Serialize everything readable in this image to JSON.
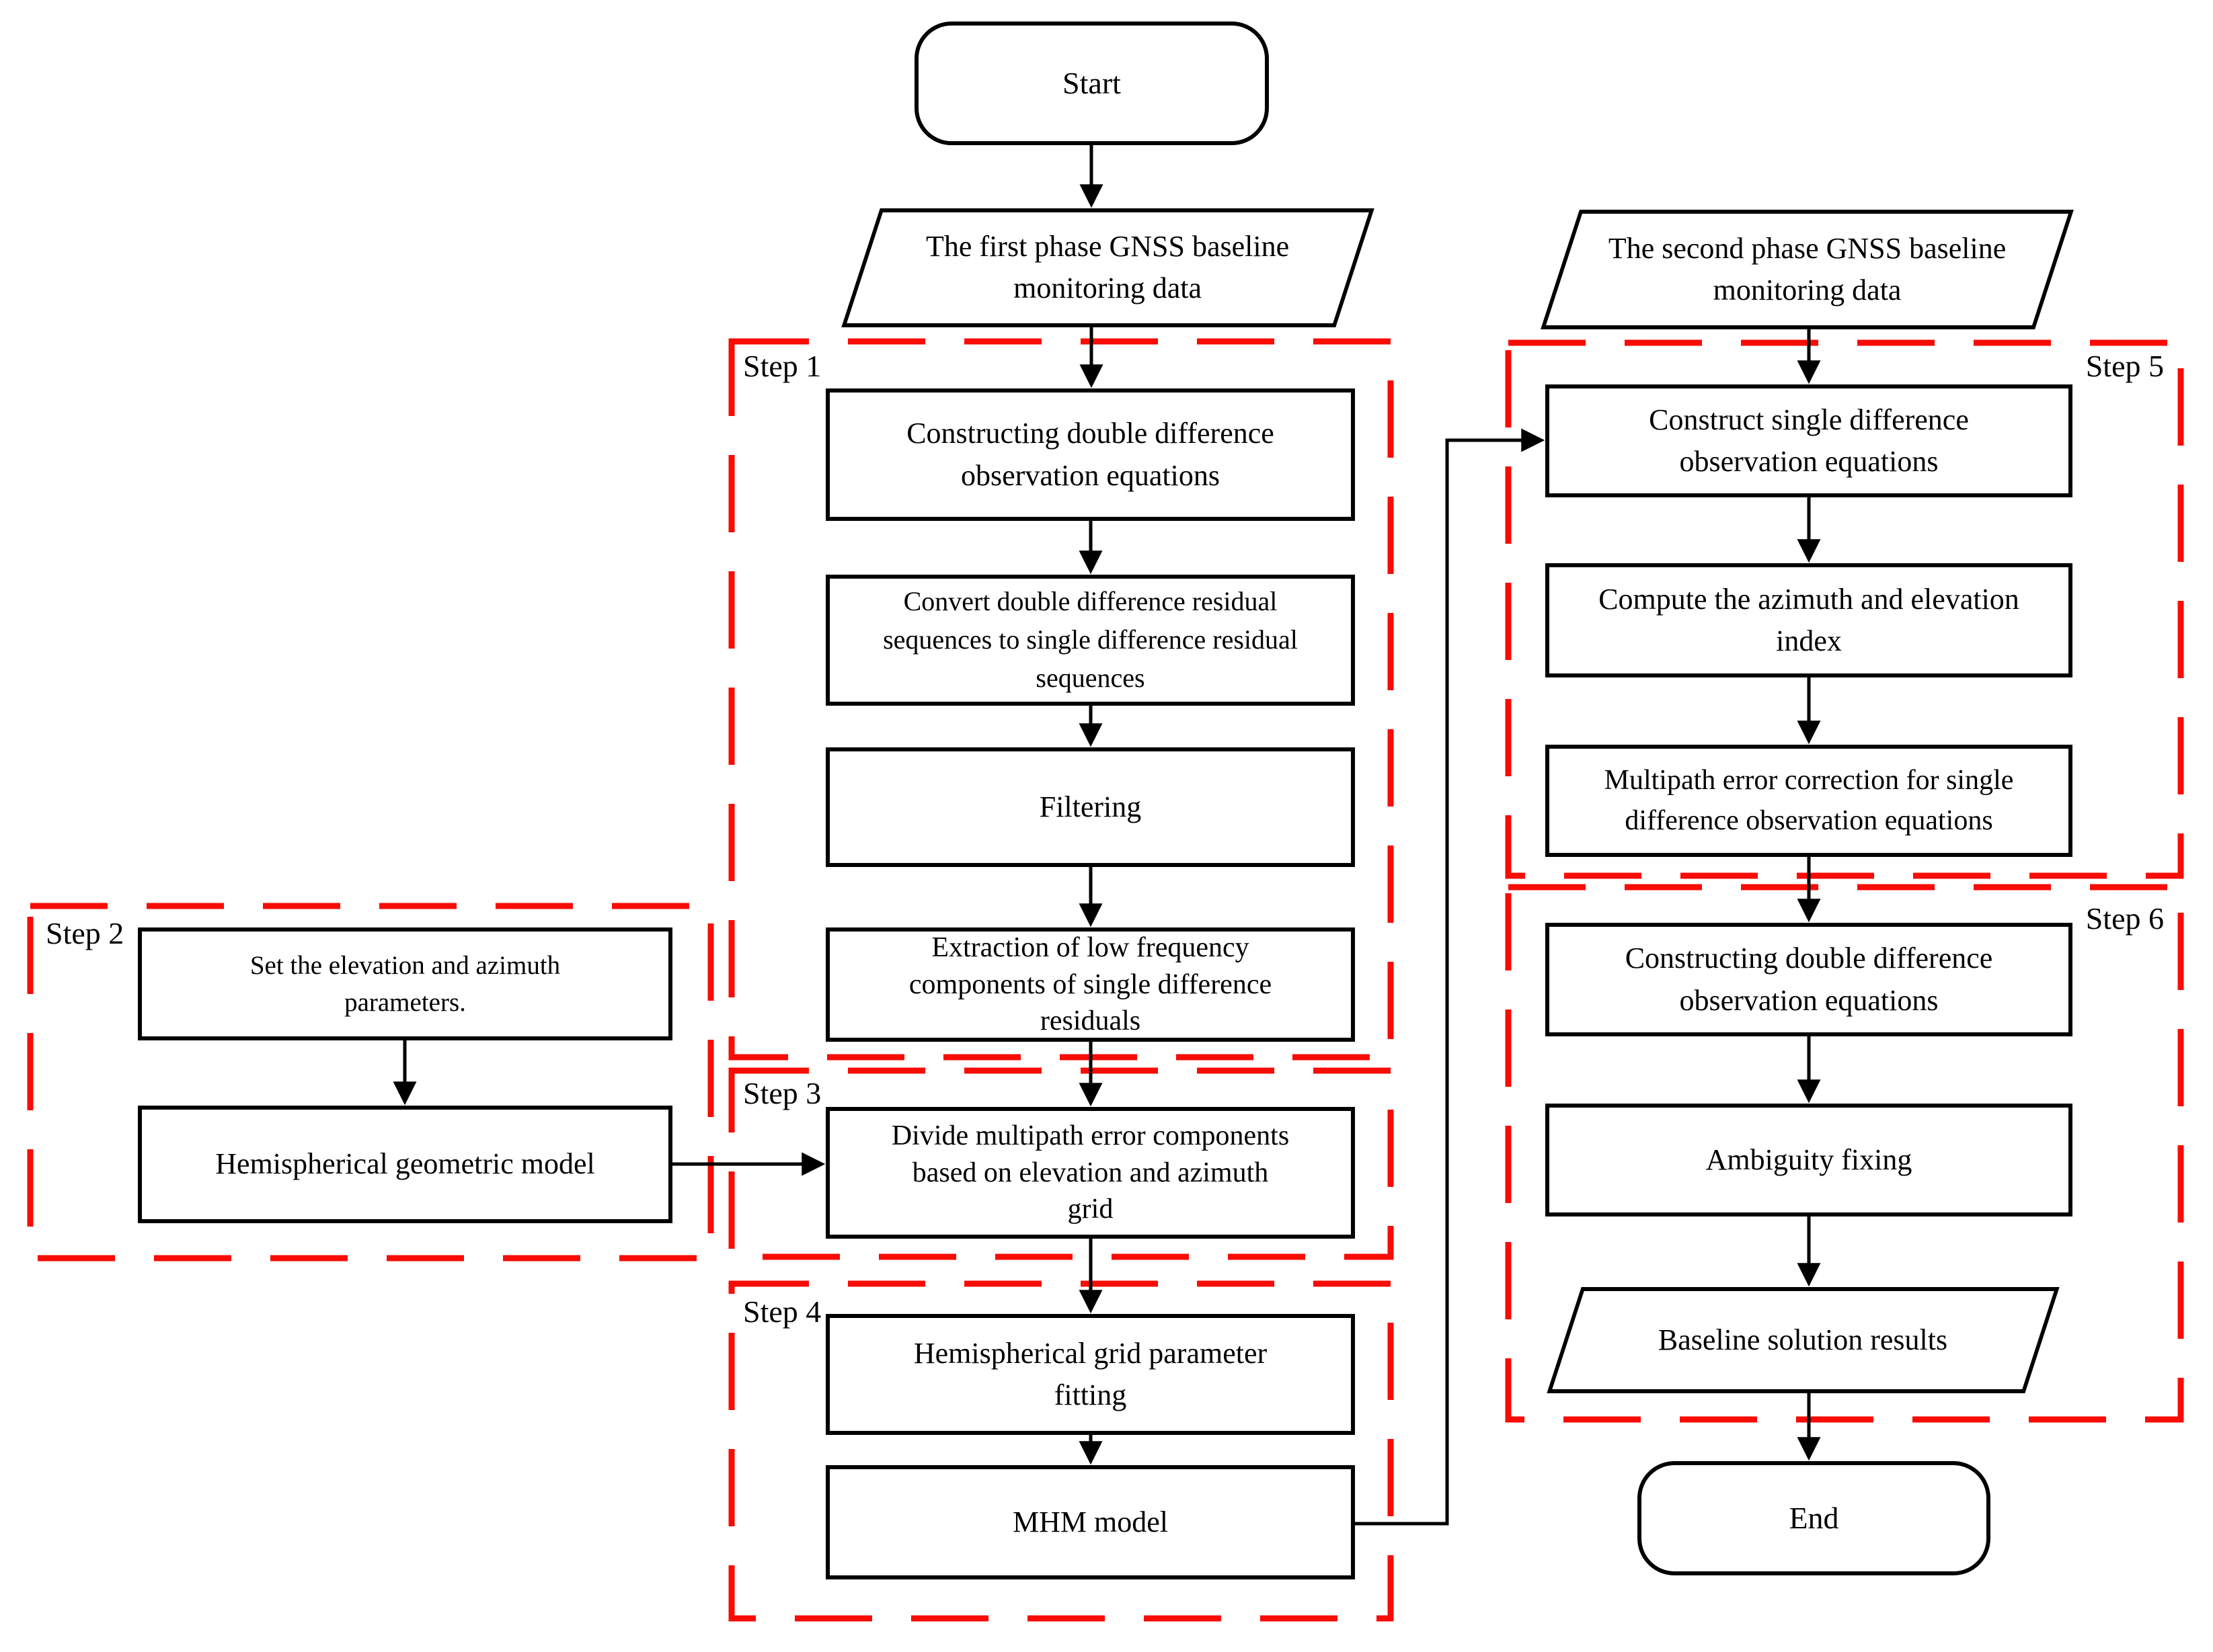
{
  "colors": {
    "background": "#ffffff",
    "node_border": "#000000",
    "arrow": "#000000",
    "step_frame_red": "#f90b06"
  },
  "steps": {
    "step1": {
      "label": "Step 1"
    },
    "step2": {
      "label": "Step 2"
    },
    "step3": {
      "label": "Step 3"
    },
    "step4": {
      "label": "Step 4"
    },
    "step5": {
      "label": "Step 5"
    },
    "step6": {
      "label": "Step 6"
    }
  },
  "nodes": {
    "start": {
      "shape": "terminator",
      "label": "Start"
    },
    "first_phase_data": {
      "shape": "parallelogram",
      "label": "The first phase GNSS baseline\nmonitoring data"
    },
    "constructing_dd_1": {
      "shape": "process",
      "label": "Constructing double difference\nobservation equations"
    },
    "convert_dd_to_sd": {
      "shape": "process",
      "label": "Convert double difference residual\nsequences to single difference residual\nsequences"
    },
    "filtering": {
      "shape": "process",
      "label": "Filtering"
    },
    "extraction_low_frequency": {
      "shape": "process",
      "label": "Extraction of low frequency\ncomponents of single difference\nresiduals"
    },
    "divide_multipath_grid": {
      "shape": "process",
      "label": "Divide multipath error components\nbased on elevation and azimuth\ngrid"
    },
    "set_elevation_azimuth": {
      "shape": "process",
      "label": "Set the elevation and azimuth\nparameters."
    },
    "hemispherical_geometric_model": {
      "shape": "process",
      "label": "Hemispherical geometric model"
    },
    "hemispherical_grid_fitting": {
      "shape": "process",
      "label": "Hemispherical grid parameter\nfitting"
    },
    "mhm_model": {
      "shape": "process",
      "label": "MHM model"
    },
    "second_phase_data": {
      "shape": "parallelogram",
      "label": "The second phase GNSS baseline\nmonitoring data"
    },
    "construct_sd": {
      "shape": "process",
      "label": "Construct single difference\nobservation equations"
    },
    "compute_azimuth_elevation_index": {
      "shape": "process",
      "label": "Compute the azimuth and elevation\nindex"
    },
    "multipath_error_correction": {
      "shape": "process",
      "label": "Multipath error correction for single\ndifference observation equations"
    },
    "constructing_dd_2": {
      "shape": "process",
      "label": "Constructing double difference\nobservation equations"
    },
    "ambiguity_fixing": {
      "shape": "process",
      "label": "Ambiguity fixing"
    },
    "baseline_solution_results": {
      "shape": "parallelogram",
      "label": "Baseline solution results"
    },
    "end": {
      "shape": "terminator",
      "label": "End"
    }
  }
}
